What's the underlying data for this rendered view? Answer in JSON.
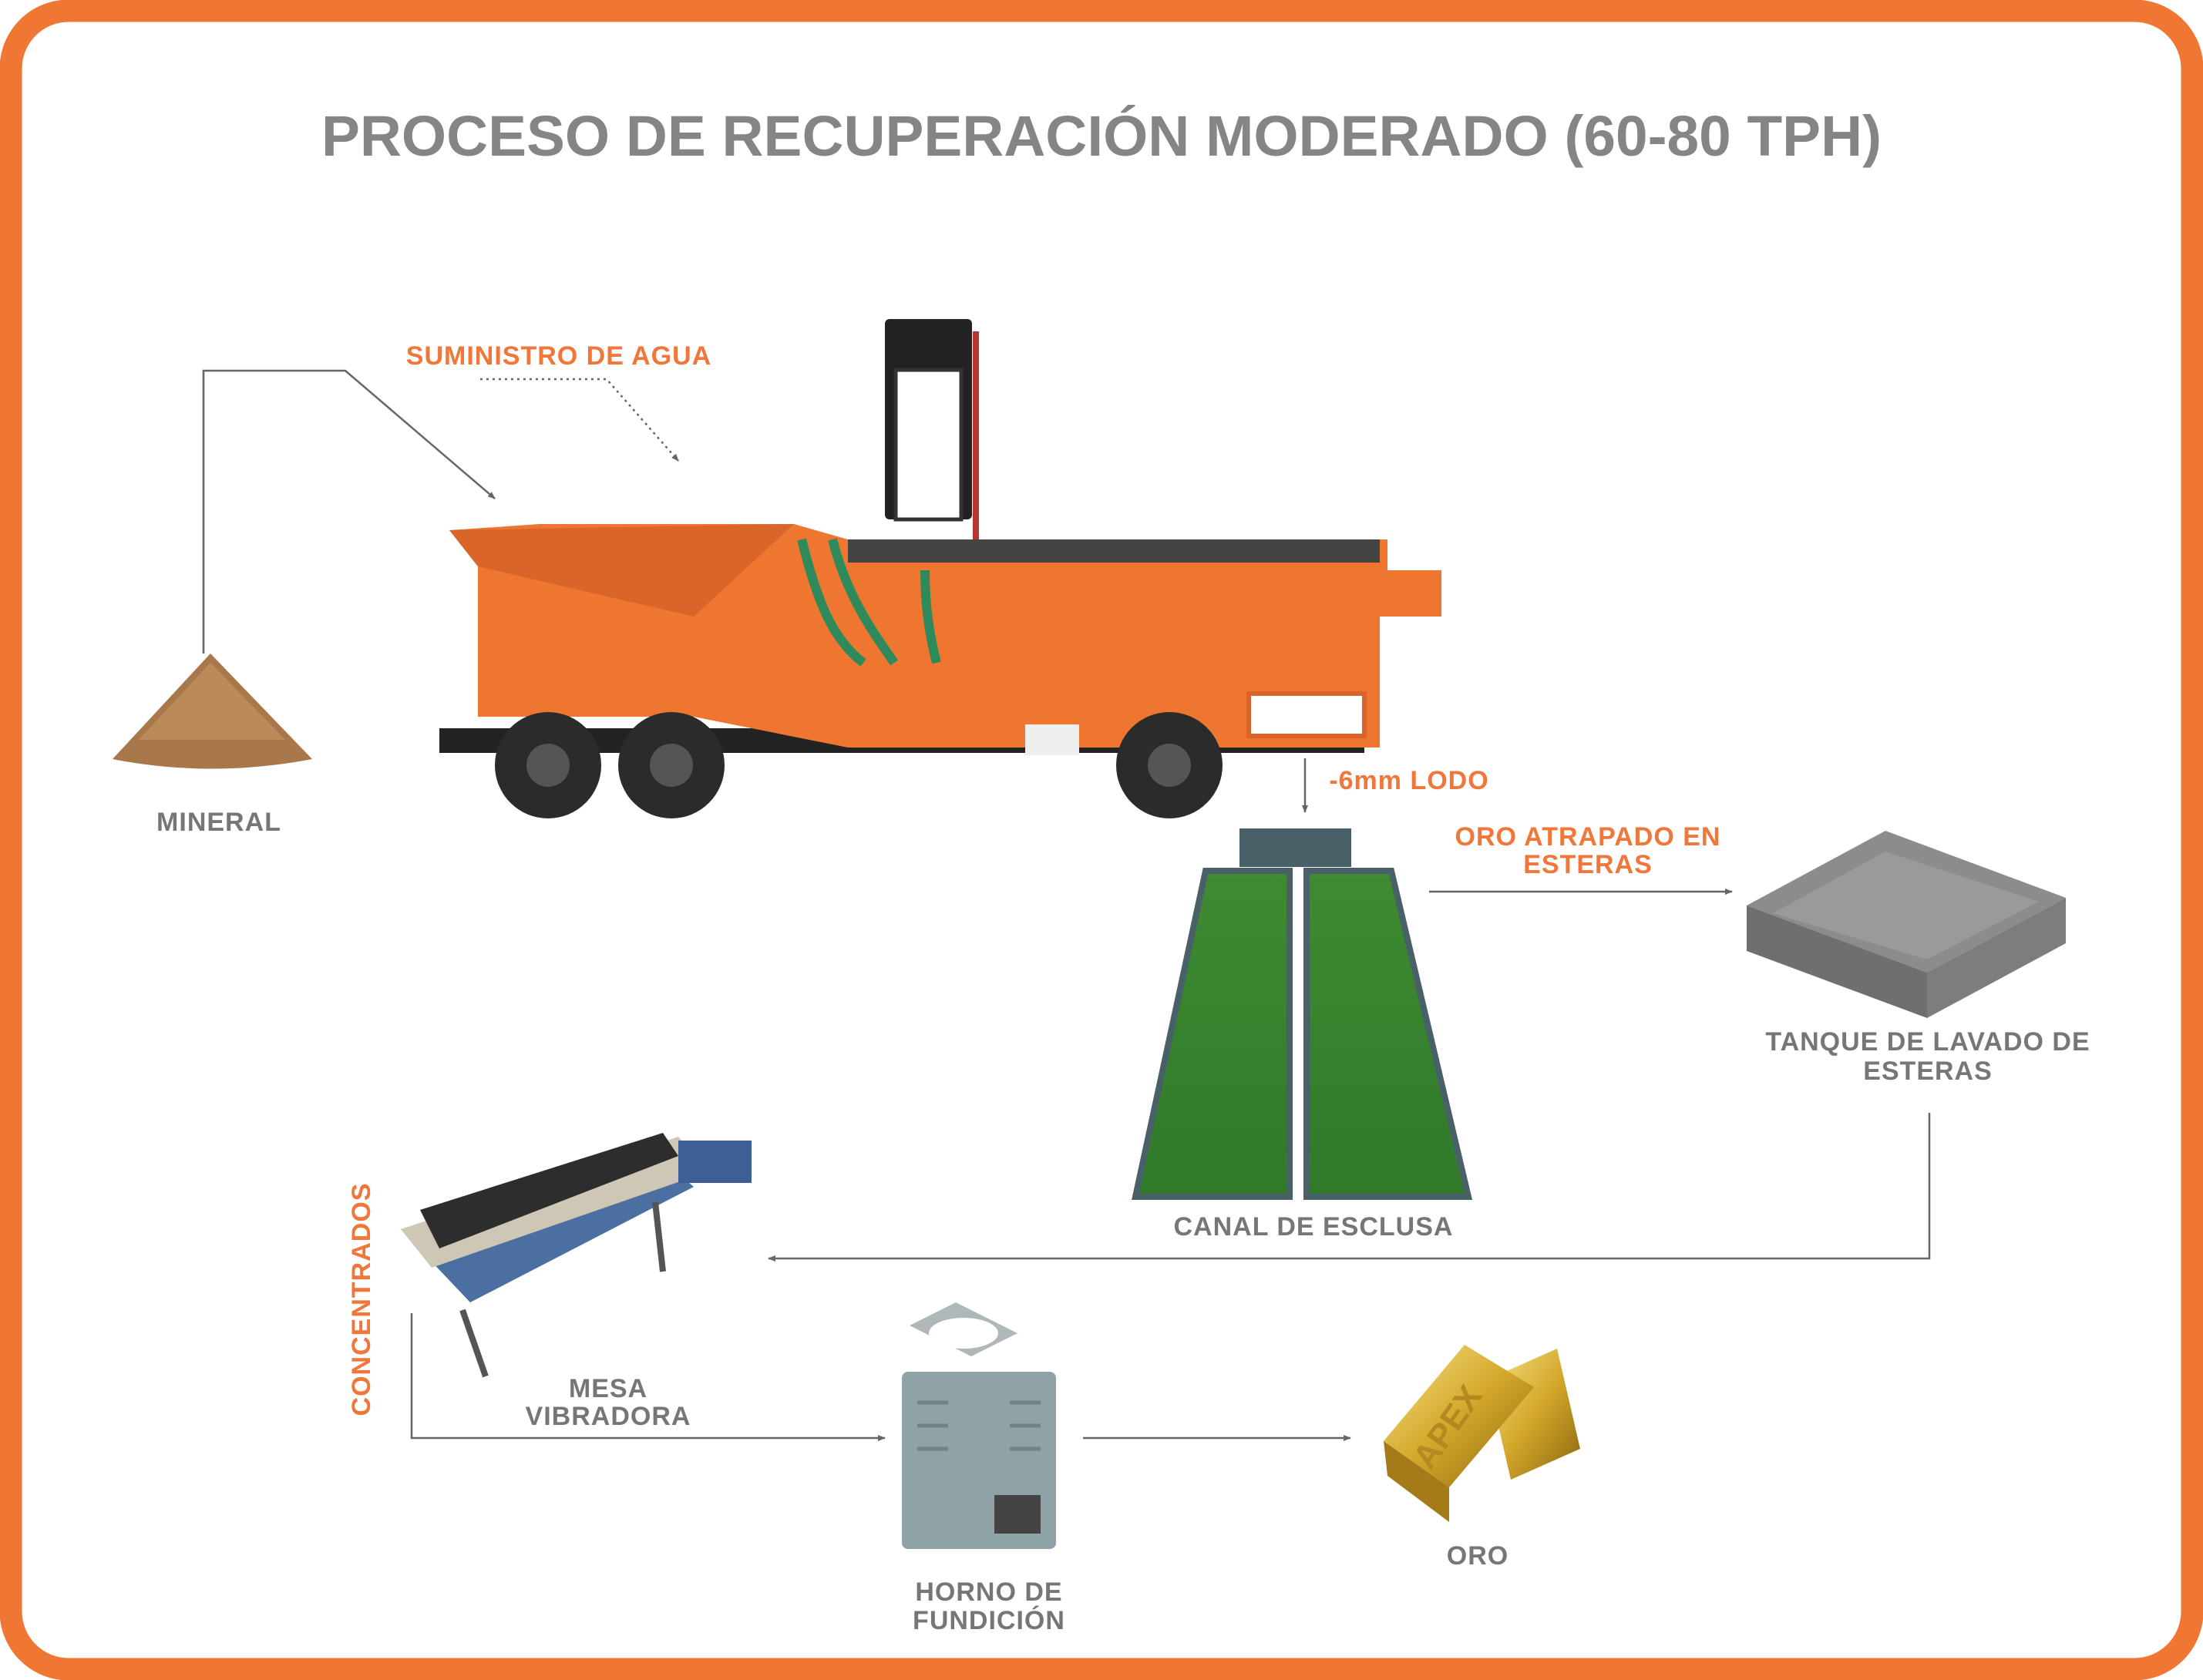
{
  "title": "PROCESO DE RECUPERACIÓN MODERADO (60-80 TPH)",
  "labels": {
    "water_supply": "SUMINISTRO DE AGUA",
    "mineral": "MINERAL",
    "slurry": "-6mm LODO",
    "gold_trapped_1": "ORO ATRAPADO EN",
    "gold_trapped_2": "ESTERAS",
    "wash_tank_1": "TANQUE DE LAVADO DE",
    "wash_tank_2": "ESTERAS",
    "sluice": "CANAL DE ESCLUSA",
    "concentrates": "CONCENTRADOS",
    "table_1": "MESA",
    "table_2": "VIBRADORA",
    "furnace_1": "HORNO DE",
    "furnace_2": "FUNDICIÓN",
    "gold": "ORO",
    "bar_stamp": "APEX"
  },
  "colors": {
    "frame": "#f07634",
    "accent": "#f0763a",
    "text": "#767676"
  }
}
